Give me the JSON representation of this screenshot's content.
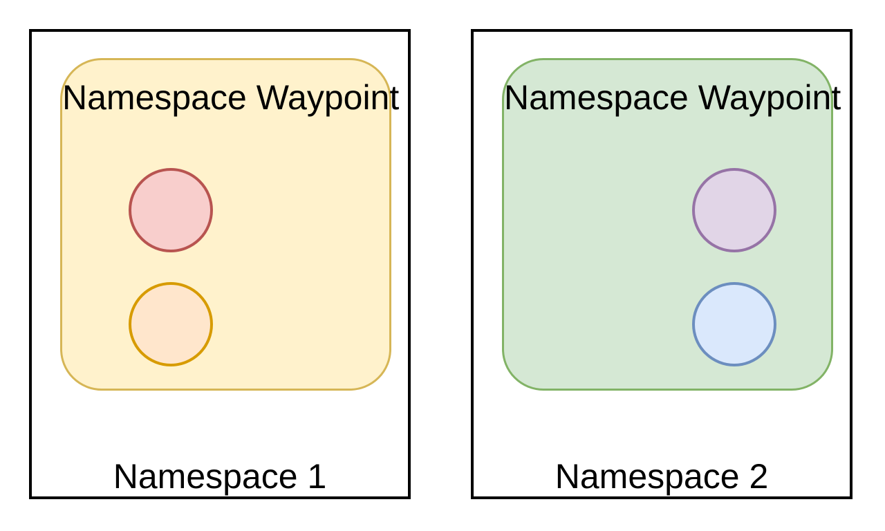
{
  "diagram": {
    "background_color": "#FFFFFF",
    "container_border_color": "#000000",
    "text_color": "#000000",
    "namespaces": [
      {
        "label": "Namespace 1",
        "waypoint": {
          "title": "Namespace Waypoint",
          "fill": "#FFF2CC",
          "stroke": "#D6B656"
        },
        "circles": [
          {
            "name": "red-circle",
            "fill": "#F8CECC",
            "stroke": "#B85450"
          },
          {
            "name": "orange-circle",
            "fill": "#FFE6CC",
            "stroke": "#D79B00"
          }
        ]
      },
      {
        "label": "Namespace 2",
        "waypoint": {
          "title": "Namespace Waypoint",
          "fill": "#D5E8D4",
          "stroke": "#82B366"
        },
        "circles": [
          {
            "name": "purple-circle",
            "fill": "#E1D5E7",
            "stroke": "#9673A6"
          },
          {
            "name": "blue-circle",
            "fill": "#DAE8FC",
            "stroke": "#6C8EBF"
          }
        ]
      }
    ]
  }
}
